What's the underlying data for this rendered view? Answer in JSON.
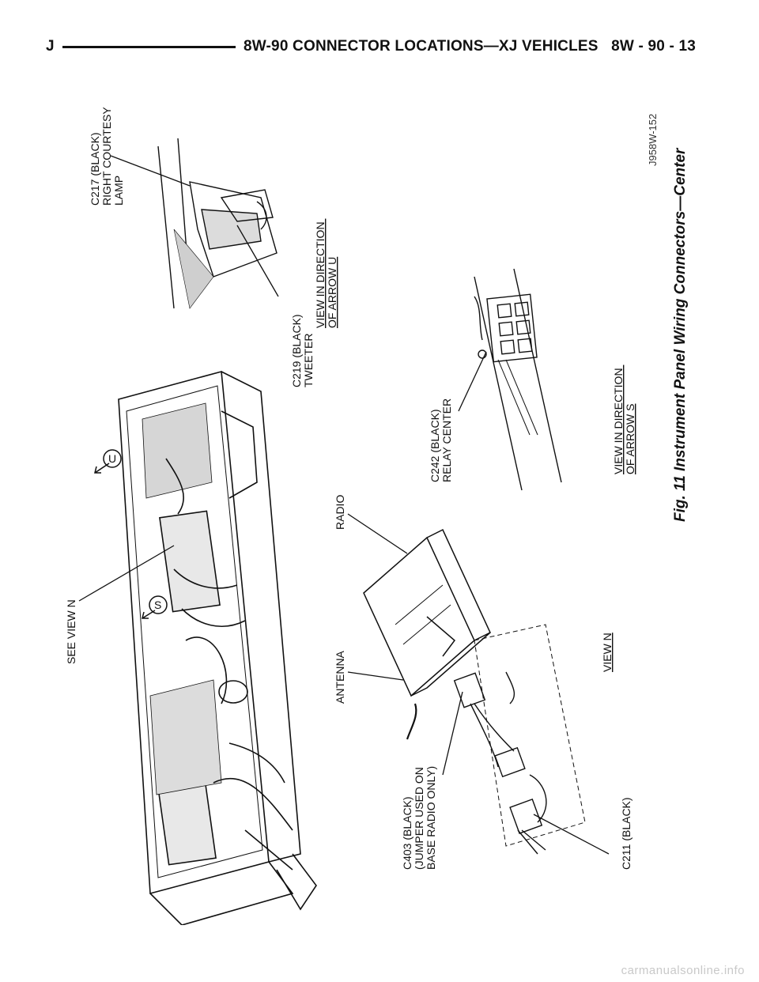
{
  "header": {
    "section_letter": "J",
    "title": "8W-90 CONNECTOR LOCATIONS—XJ VEHICLES",
    "page_number": "8W - 90 - 13"
  },
  "figure": {
    "caption": "Fig. 11 Instrument Panel Wiring Connectors—Center",
    "part_number": "J958W-152",
    "labels": {
      "c217": [
        "C217 (BLACK)",
        "RIGHT COURTESY",
        "LAMP"
      ],
      "c219": [
        "C219 (BLACK)",
        "TWEETER"
      ],
      "view_u": [
        "VIEW IN DIRECTION",
        "OF ARROW U"
      ],
      "c242": [
        "C242 (BLACK)",
        "RELAY CENTER"
      ],
      "view_s": [
        "VIEW IN DIRECTION",
        "OF ARROW S"
      ],
      "radio": "RADIO",
      "see_view_n": "SEE VIEW N",
      "antenna": "ANTENNA",
      "view_n": "VIEW N",
      "c403": [
        "C403 (BLACK)",
        "(JUMPER USED ON",
        "BASE RADIO ONLY)"
      ],
      "c211": "C211 (BLACK)",
      "arrow_u": "U",
      "arrow_s": "S"
    }
  },
  "footer": {
    "watermark": "carmanualsonline.info"
  }
}
